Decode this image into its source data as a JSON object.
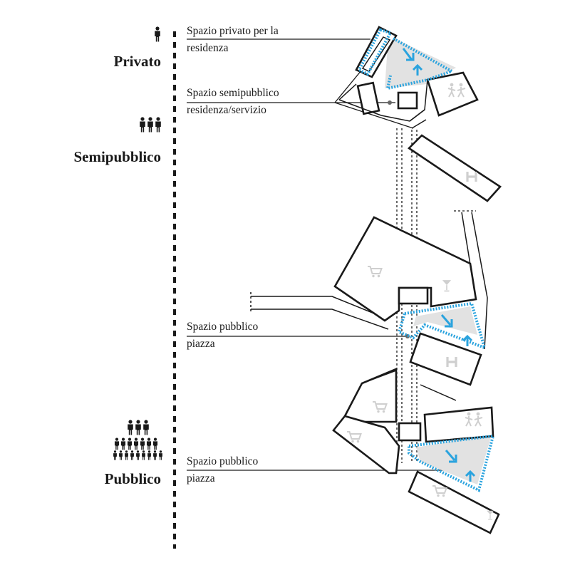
{
  "levels": {
    "private": "Privato",
    "semipublic": "Semipubblico",
    "public": "Pubblico"
  },
  "annotations": [
    {
      "line1": "Spazio privato per la",
      "line2": "residenza"
    },
    {
      "line1": "Spazio semipubblico",
      "line2": "residenza/servizio"
    },
    {
      "line1": "Spazio pubblico",
      "line2": "piazza"
    },
    {
      "line1": "Spazio pubblico",
      "line2": "piazza"
    }
  ],
  "building_marks": {
    "hotel": "H"
  },
  "colors": {
    "ink": "#1a1a1a",
    "accent_blue": "#2aa3de",
    "court_fill": "#e2e2e2",
    "icon_grey": "#cfcfcf"
  },
  "icons": [
    "person-icon",
    "shopping-cart-icon",
    "cocktail-glass-icon",
    "people-activity-icon"
  ]
}
